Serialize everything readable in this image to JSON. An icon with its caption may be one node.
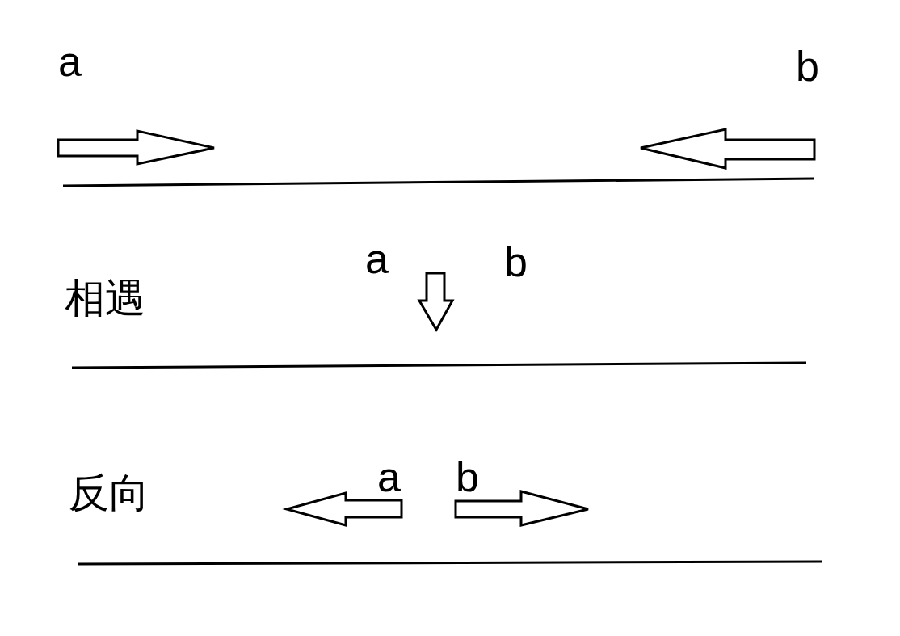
{
  "diagram": {
    "labels": [
      "a",
      "b",
      "a",
      "b",
      "相遇",
      "反向",
      "a",
      "b"
    ]
  }
}
